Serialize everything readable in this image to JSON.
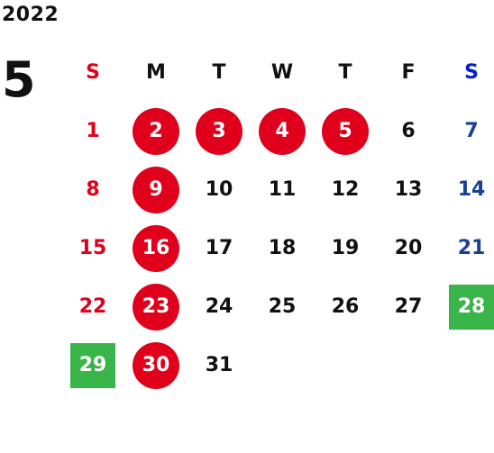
{
  "year": "2022",
  "month": "5",
  "weekdays": [
    "S",
    "M",
    "T",
    "W",
    "T",
    "F",
    "S"
  ],
  "colors": {
    "sunday": "#e0001b",
    "saturday_header": "#0020c8",
    "saturday_date": "#1a3f96",
    "holiday_circle": "#e0001b",
    "special_square": "#3ab54a",
    "text": "#111111"
  },
  "weeks": [
    [
      {
        "day": "1",
        "mark": "none"
      },
      {
        "day": "2",
        "mark": "circle"
      },
      {
        "day": "3",
        "mark": "circle"
      },
      {
        "day": "4",
        "mark": "circle"
      },
      {
        "day": "5",
        "mark": "circle"
      },
      {
        "day": "6",
        "mark": "none"
      },
      {
        "day": "7",
        "mark": "none"
      }
    ],
    [
      {
        "day": "8",
        "mark": "none"
      },
      {
        "day": "9",
        "mark": "circle"
      },
      {
        "day": "10",
        "mark": "none"
      },
      {
        "day": "11",
        "mark": "none"
      },
      {
        "day": "12",
        "mark": "none"
      },
      {
        "day": "13",
        "mark": "none"
      },
      {
        "day": "14",
        "mark": "none"
      }
    ],
    [
      {
        "day": "15",
        "mark": "none"
      },
      {
        "day": "16",
        "mark": "circle"
      },
      {
        "day": "17",
        "mark": "none"
      },
      {
        "day": "18",
        "mark": "none"
      },
      {
        "day": "19",
        "mark": "none"
      },
      {
        "day": "20",
        "mark": "none"
      },
      {
        "day": "21",
        "mark": "none"
      }
    ],
    [
      {
        "day": "22",
        "mark": "none"
      },
      {
        "day": "23",
        "mark": "circle"
      },
      {
        "day": "24",
        "mark": "none"
      },
      {
        "day": "25",
        "mark": "none"
      },
      {
        "day": "26",
        "mark": "none"
      },
      {
        "day": "27",
        "mark": "none"
      },
      {
        "day": "28",
        "mark": "square"
      }
    ],
    [
      {
        "day": "29",
        "mark": "square"
      },
      {
        "day": "30",
        "mark": "circle"
      },
      {
        "day": "31",
        "mark": "none"
      },
      {
        "day": "",
        "mark": "none"
      },
      {
        "day": "",
        "mark": "none"
      },
      {
        "day": "",
        "mark": "none"
      },
      {
        "day": "",
        "mark": "none"
      }
    ]
  ]
}
